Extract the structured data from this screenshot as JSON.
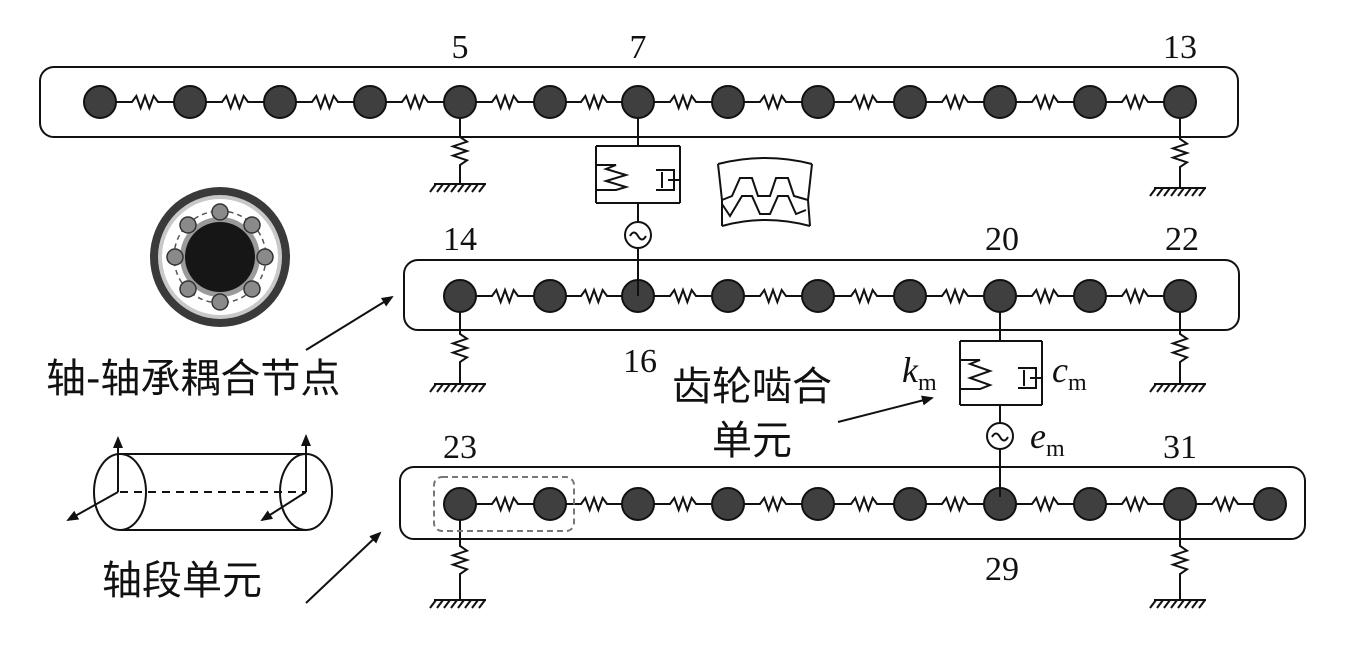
{
  "node_labels": {
    "n5": "5",
    "n7": "7",
    "n13": "13",
    "n14": "14",
    "n20": "20",
    "n22": "22",
    "n16": "16",
    "n23": "23",
    "n31": "31",
    "n29": "29"
  },
  "captions": {
    "coupling_node": "轴-轴承耦合节点",
    "mesh_unit_line1": "齿轮啮合",
    "mesh_unit_line2": "单元",
    "shaft_segment": "轴段单元"
  },
  "symbols": {
    "k": "k",
    "k_sub": "m",
    "c": "c",
    "c_sub": "m",
    "e": "e",
    "e_sub": "m"
  },
  "colors": {
    "node_fill": "#3f3f3f",
    "stroke": "#111111",
    "background": "#ffffff"
  }
}
